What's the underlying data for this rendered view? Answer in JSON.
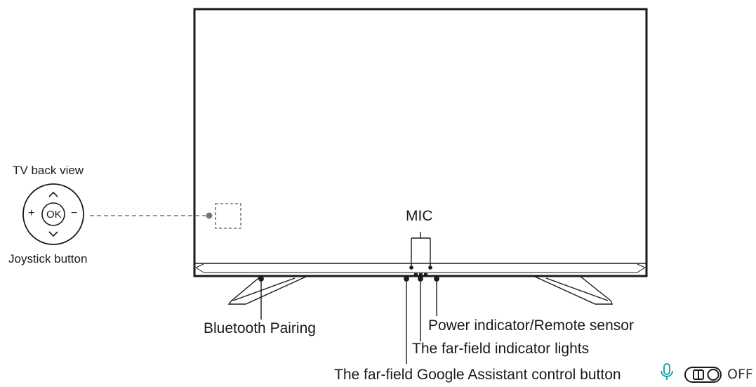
{
  "labels": {
    "tv_back_view": "TV back view",
    "joystick_button": "Joystick button",
    "mic": "MIC",
    "bluetooth_pairing": "Bluetooth Pairing",
    "power_indicator": "Power indicator/Remote sensor",
    "far_field_lights": "The far-field indicator lights",
    "far_field_button": "The far-field Google Assistant control button"
  },
  "joystick": {
    "center": "OK",
    "left": "+",
    "right": "−"
  },
  "switch_state": {
    "label": "OFF",
    "icon": "microphone-icon",
    "mic_color": "#1aa6a6"
  }
}
